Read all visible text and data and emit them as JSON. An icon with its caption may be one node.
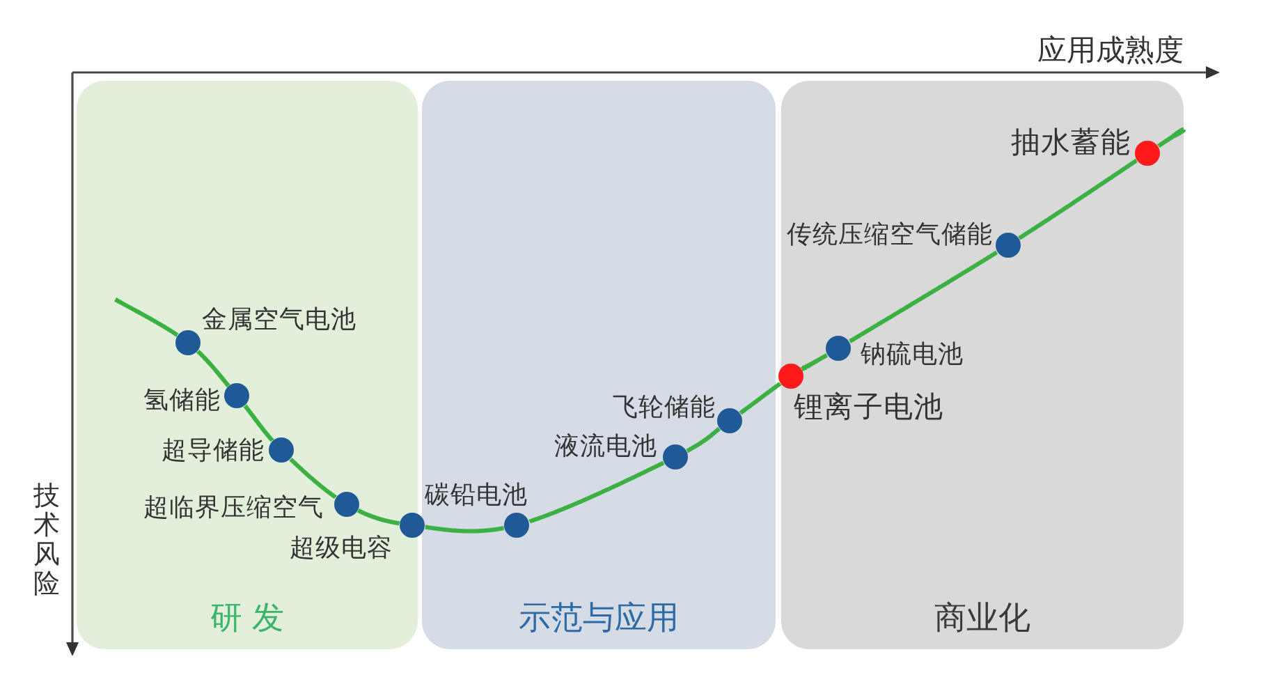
{
  "diagram": {
    "nodes": [
      {
        "text": [
          "研 发"
        ]
      },
      {
        "text": [
          "示范与应用"
        ]
      },
      {
        "text": [
          "商业化"
        ]
      },
      {
        "text": [
          "金属空气电池"
        ],
        "in": 0
      },
      {
        "text": [
          "氢储能"
        ],
        "in": 0
      },
      {
        "text": [
          "超导储能"
        ],
        "in": 0
      },
      {
        "text": [
          "超临界压缩空气"
        ],
        "in": 0
      },
      {
        "text": [
          "超级电容"
        ]
      },
      {
        "text": [
          "碳铅电池"
        ],
        "in": 1
      },
      {
        "text": [
          "液流电池"
        ],
        "in": 1
      },
      {
        "text": [
          "飞轮储能"
        ],
        "in": 1
      },
      {
        "text": [
          "锂离子电池"
        ]
      },
      {
        "text": [
          "钠硫电池"
        ],
        "in": 2
      },
      {
        "text": [
          "传统压缩空气储能"
        ],
        "in": 2
      },
      {
        "text": [
          "抽水蓄能"
        ],
        "in": 2
      }
    ],
    "edges": [
      {
        "from": null,
        "to": 3,
        "arrow": "none"
      },
      {
        "from": 3,
        "to": 4,
        "arrow": "none"
      },
      {
        "from": 4,
        "to": 5,
        "arrow": "none"
      },
      {
        "from": 5,
        "to": 6,
        "arrow": "none"
      },
      {
        "from": 6,
        "to": 7,
        "arrow": "none"
      },
      {
        "from": 7,
        "to": 8,
        "arrow": "none"
      },
      {
        "from": 8,
        "to": 9,
        "arrow": "none"
      },
      {
        "from": 9,
        "to": 10,
        "arrow": "none"
      },
      {
        "from": 10,
        "to": 11,
        "arrow": "none"
      },
      {
        "from": 11,
        "to": 12,
        "arrow": "none"
      },
      {
        "from": 12,
        "to": 13,
        "arrow": "none"
      },
      {
        "from": 13,
        "to": 14,
        "arrow": "none"
      },
      {
        "from": 14,
        "to": null,
        "arrow": "none"
      }
    ],
    "labels": [
      "应用成熟度",
      "技术风险"
    ]
  }
}
